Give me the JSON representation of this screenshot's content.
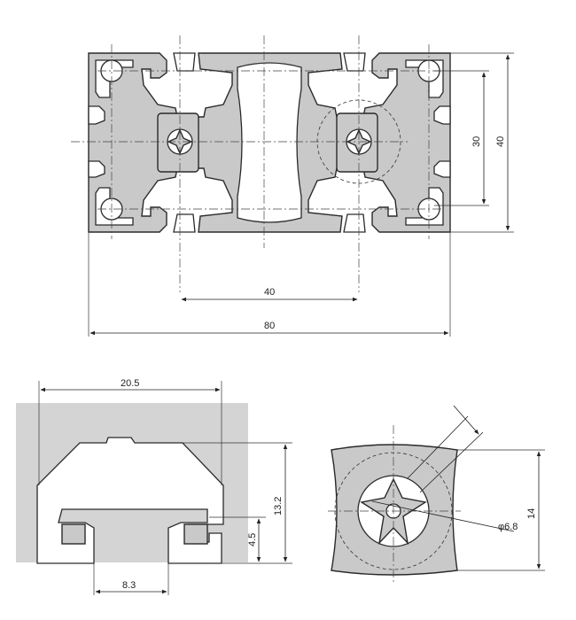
{
  "top_view": {
    "dim_height_outer": "40",
    "dim_height_inner": "30",
    "dim_center_spacing": "40",
    "dim_total_width": "80"
  },
  "slot_detail": {
    "dim_opening_width": "20.5",
    "dim_depth": "13.2",
    "dim_lip": "4.5",
    "dim_slot_width": "8.3"
  },
  "core_detail": {
    "dim_size": "14",
    "dim_bore": "φ6.8"
  },
  "colors": {
    "profile": "#c9c9c9",
    "background": "#ffffff",
    "line": "#222222"
  }
}
